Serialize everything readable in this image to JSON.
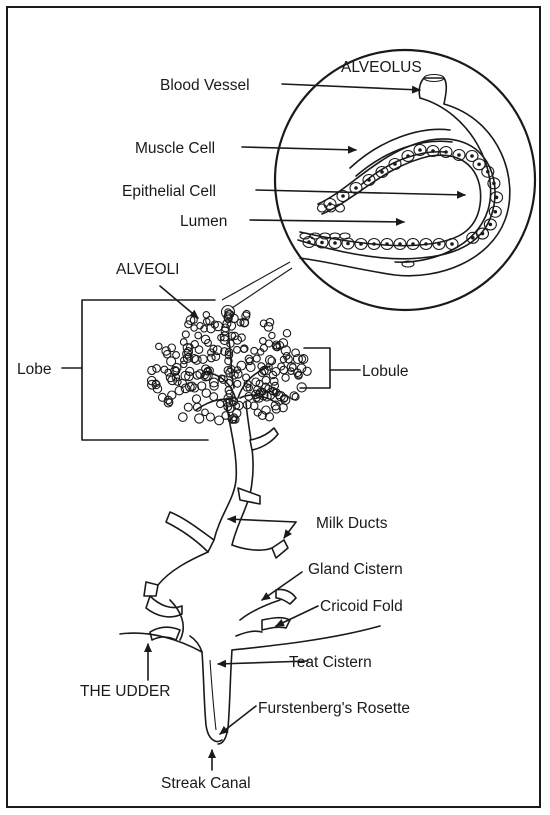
{
  "colors": {
    "ink": "#1a1a1a",
    "paper": "#ffffff"
  },
  "labels": {
    "alveolus": "ALVEOLUS",
    "blood_vessel": "Blood Vessel",
    "muscle_cell": "Muscle Cell",
    "epithelial_cell": "Epithelial Cell",
    "lumen": "Lumen",
    "alveoli": "ALVEOLI",
    "lobe": "Lobe",
    "lobule": "Lobule",
    "milk_ducts": "Milk Ducts",
    "gland_cistern": "Gland Cistern",
    "cricoid_fold": "Cricoid Fold",
    "teat_cistern": "Teat Cistern",
    "the_udder": "THE UDDER",
    "furstenbergs_rosette": "Furstenberg's Rosette",
    "streak_canal": "Streak Canal"
  }
}
